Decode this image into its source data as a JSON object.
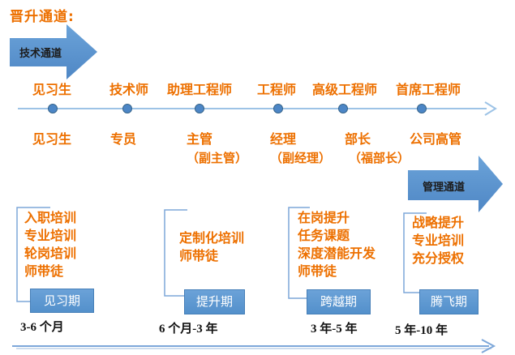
{
  "title": "晋升通道:",
  "channels": {
    "tech": "技术通道",
    "mgmt": "管理通道"
  },
  "timeline": {
    "tech_levels": [
      "见习生",
      "技术师",
      "助理工程师",
      "工程师",
      "高级工程师",
      "首席工程师"
    ],
    "mgmt_levels": [
      {
        "main": "见习生",
        "sub": ""
      },
      {
        "main": "专员",
        "sub": ""
      },
      {
        "main": "主管",
        "sub": "（副主管）"
      },
      {
        "main": "经理",
        "sub": "（副经理）"
      },
      {
        "main": "部长",
        "sub": "（福部长）"
      },
      {
        "main": "公司高管",
        "sub": ""
      }
    ]
  },
  "stages": [
    {
      "items": [
        "入职培训",
        "专业培训",
        "轮岗培训",
        "师带徒"
      ],
      "phase": "见习期",
      "duration": "3-6 个月"
    },
    {
      "items": [
        "定制化培训",
        "师带徒"
      ],
      "phase": "提升期",
      "duration": "6 个月-3 年"
    },
    {
      "items": [
        "在岗提升",
        "任务课题",
        "深度潜能开发",
        "师带徒"
      ],
      "phase": "跨越期",
      "duration": "3 年-5 年"
    },
    {
      "items": [
        "战略提升",
        "专业培训",
        "充分授权"
      ],
      "phase": "腾飞期",
      "duration": "5 年-10 年"
    }
  ],
  "colors": {
    "orange_text": "#ED7000",
    "arrow_blue": "#5B9BD5",
    "timeline_line": "#9DC3E6",
    "bracket_line": "#7DA7D9",
    "dot_fill": "#4C86C6"
  }
}
